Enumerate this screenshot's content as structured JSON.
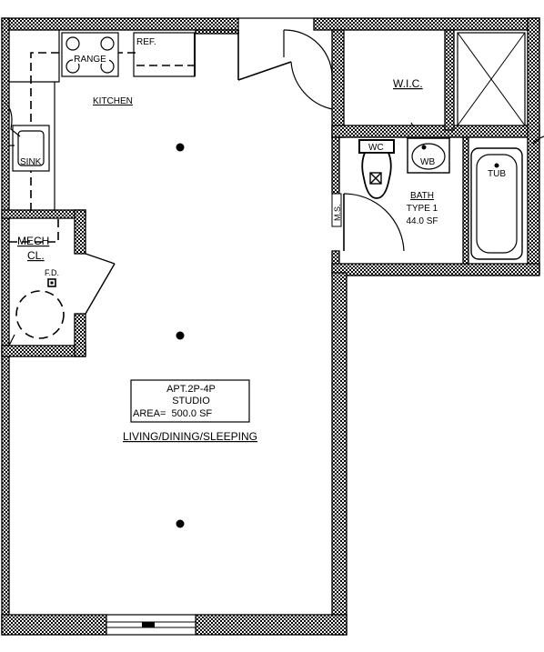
{
  "plan": {
    "rooms": {
      "kitchen": "KITCHEN",
      "wic": "W.I.C.",
      "bath": "BATH",
      "bath_type": "TYPE 1",
      "bath_area": "44.0 SF",
      "mech_1": "MECH",
      "mech_2": "CL.",
      "living": "LIVING/DINING/SLEEPING"
    },
    "fixtures": {
      "range": "RANGE",
      "ref": "REF.",
      "sink": "SINK",
      "wc": "WC",
      "wb": "WB",
      "tub": "TUB",
      "ms": "M.S.",
      "fd": "F.D."
    },
    "unit_box": {
      "unit": "APT.2P-4P",
      "type": "STUDIO",
      "area": "AREA=  500.0 SF"
    }
  }
}
